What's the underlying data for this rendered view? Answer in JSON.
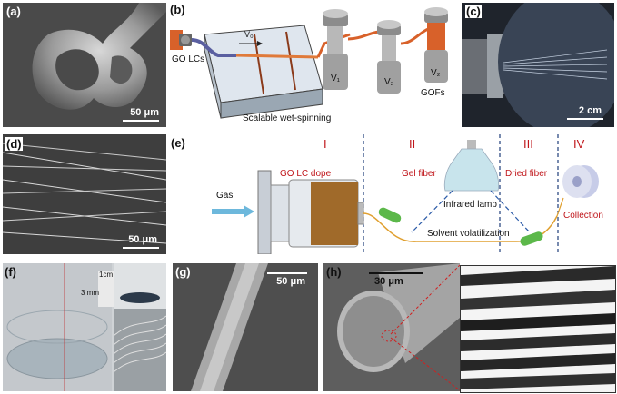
{
  "panels": {
    "a": {
      "label": "(a)",
      "scale": "50 μm"
    },
    "b": {
      "label": "(b)",
      "source": "GO LCs",
      "bath": "Scalable wet-spinning",
      "v0": "V₀",
      "v1": "V₁",
      "v2": "V₂",
      "v2b": "V₂",
      "product": "GOFs"
    },
    "c": {
      "label": "(c)",
      "scale": "2 cm"
    },
    "d": {
      "label": "(d)",
      "scale": "50 μm"
    },
    "e": {
      "label": "(e)",
      "gas": "Gas",
      "dope": "GO LC dope",
      "stage1": "I",
      "stage2": "II",
      "stage3": "III",
      "stage4": "IV",
      "gel": "Gel fiber",
      "lamp": "Infrared lamp",
      "dried": "Dried fiber",
      "solvent": "Solvent volatilization",
      "collection": "Collection"
    },
    "f": {
      "label": "(f)",
      "scale1": "1cm",
      "scale2": "3 mm"
    },
    "g": {
      "label": "(g)",
      "scale": "50 μm"
    },
    "h": {
      "label": "(h)",
      "scale": "30 μm"
    }
  },
  "colors": {
    "stage_red": "#c0161b",
    "divider_blue": "#1f3e7a",
    "arrow_blue": "#6db8dc",
    "spool_orange": "#d8612a"
  }
}
